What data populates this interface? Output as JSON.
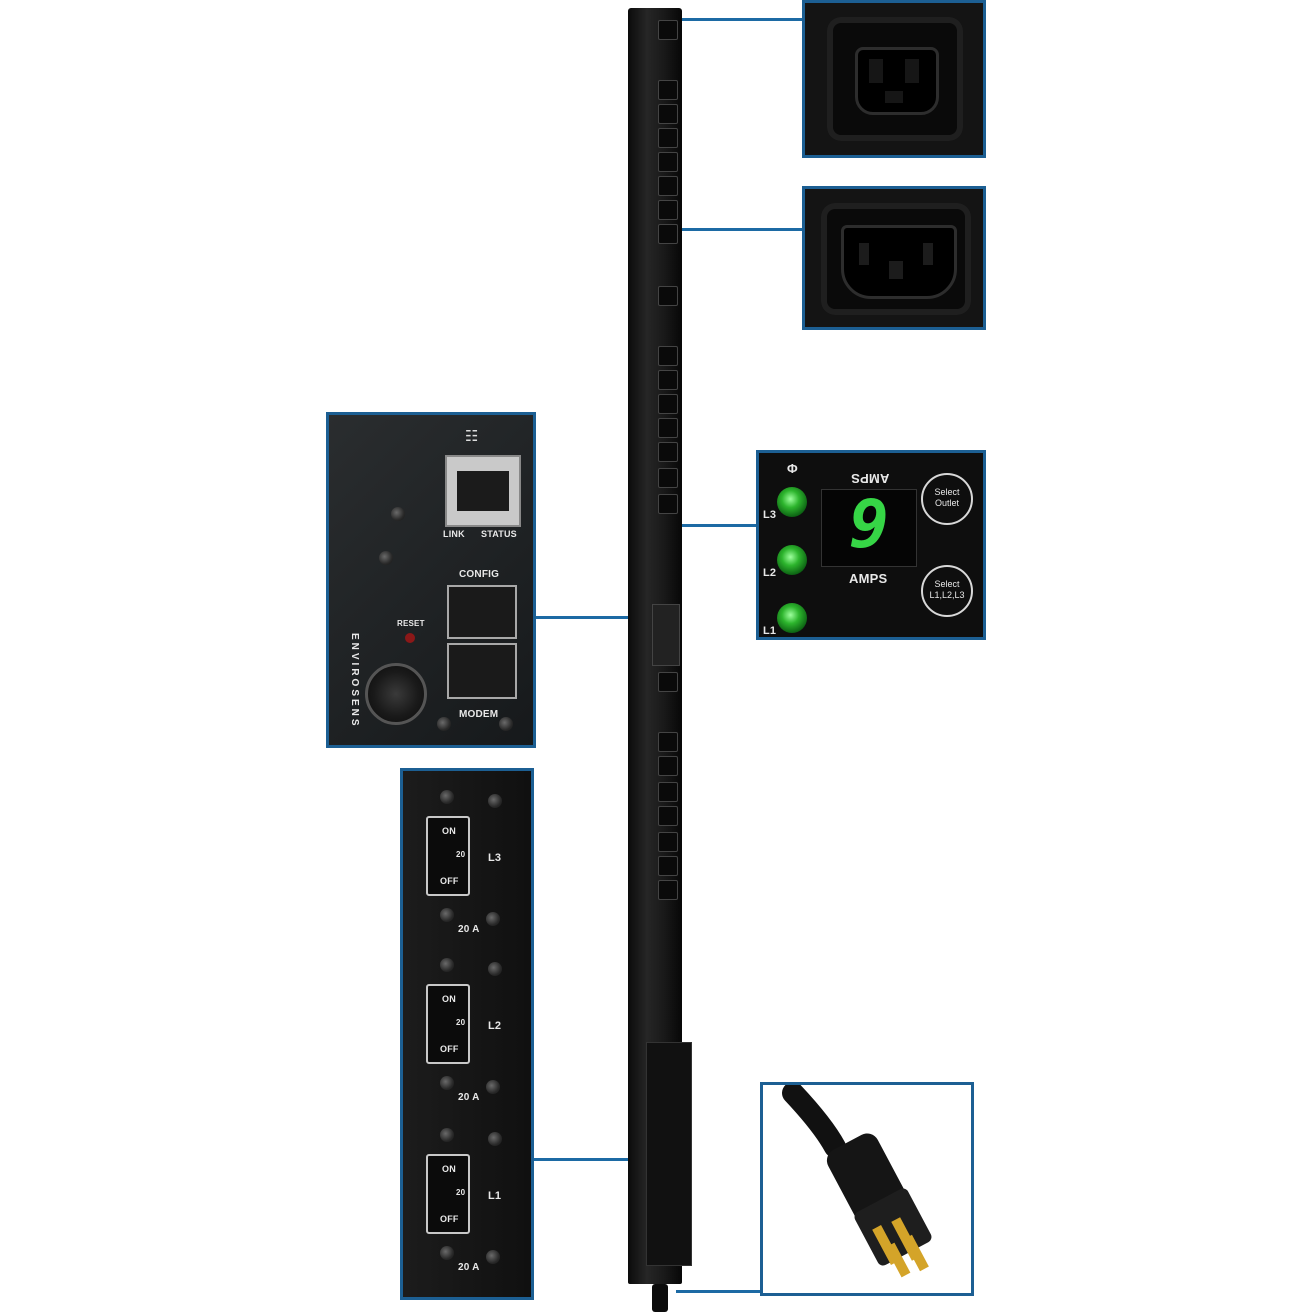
{
  "network_panel": {
    "link_label": "LINK",
    "status_label": "STATUS",
    "config_label": "CONFIG",
    "modem_label": "MODEM",
    "reset_label": "RESET",
    "envirosense_label": "ENVIROSENS"
  },
  "display_panel": {
    "phase_symbol": "Φ",
    "amps_top_label": "AMPS",
    "amps_bottom_label": "AMPS",
    "digit": "9",
    "led_labels": [
      "L3",
      "L2",
      "L1"
    ],
    "select_outlet_label": "Select Outlet",
    "select_phase_label": "Select L1,L2,L3",
    "led_color": "#2db52d",
    "digit_color": "#36d646"
  },
  "breaker_panel": {
    "breakers": [
      {
        "on": "ON",
        "rating": "20",
        "off": "OFF",
        "phase": "L3",
        "amp_label": "20 A"
      },
      {
        "on": "ON",
        "rating": "20",
        "off": "OFF",
        "phase": "L2",
        "amp_label": "20 A"
      },
      {
        "on": "ON",
        "rating": "20",
        "off": "OFF",
        "phase": "L1",
        "amp_label": "20 A"
      }
    ]
  },
  "colors": {
    "callout_border": "#1c5f93",
    "connector_line": "#1c6aa4",
    "plug_prongs": "#d4a429"
  }
}
